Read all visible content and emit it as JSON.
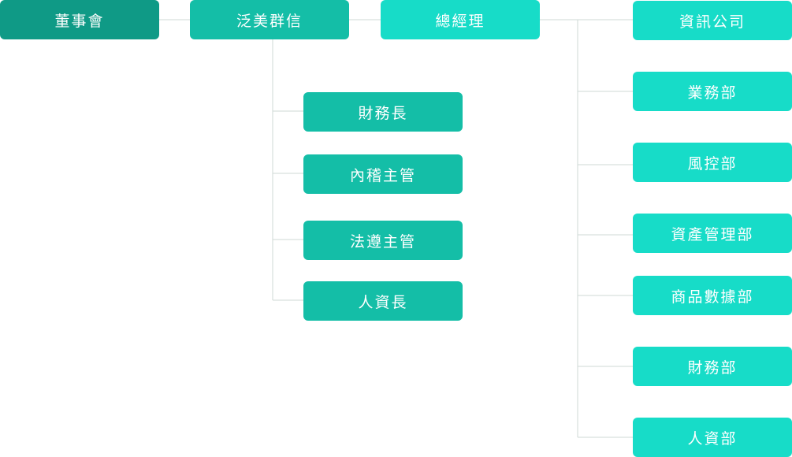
{
  "org": {
    "top": {
      "board": "董事會",
      "company": "泛美群信",
      "gm": "總經理"
    },
    "company_reports": {
      "cfo": "財務長",
      "audit": "內稽主管",
      "compliance": "法遵主管",
      "hr_head": "人資長"
    },
    "departments": {
      "it": "資訊公司",
      "business": "業務部",
      "risk": "風控部",
      "asset": "資產管理部",
      "data": "商品數據部",
      "finance": "財務部",
      "hr": "人資部"
    }
  },
  "colors": {
    "board": "#0f9a86",
    "mid": "#14bea7",
    "light": "#17dcc8",
    "connector": "#cfd8d6"
  }
}
